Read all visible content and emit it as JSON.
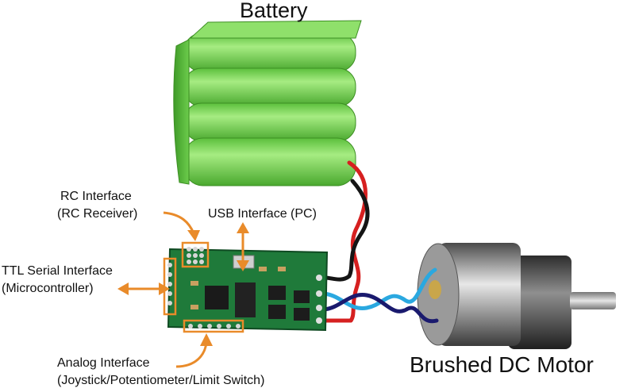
{
  "labels": {
    "battery": "Battery",
    "motor": "Brushed DC Motor",
    "rc_title": "RC Interface",
    "rc_sub": "(RC Receiver)",
    "usb": "USB Interface (PC)",
    "ttl_title": "TTL Serial Interface",
    "ttl_sub": "(Microcontroller)",
    "analog_title": "Analog Interface",
    "analog_sub": "(Joystick/Potentiometer/Limit Switch)"
  },
  "colors": {
    "battery_green": "#7cd65a",
    "pcb_green": "#1f7a3a",
    "arrow_orange": "#e98b2a",
    "wire_red": "#d62020",
    "wire_black": "#151515",
    "wire_blue": "#2aa8e0",
    "wire_navy": "#1a1a6e"
  }
}
